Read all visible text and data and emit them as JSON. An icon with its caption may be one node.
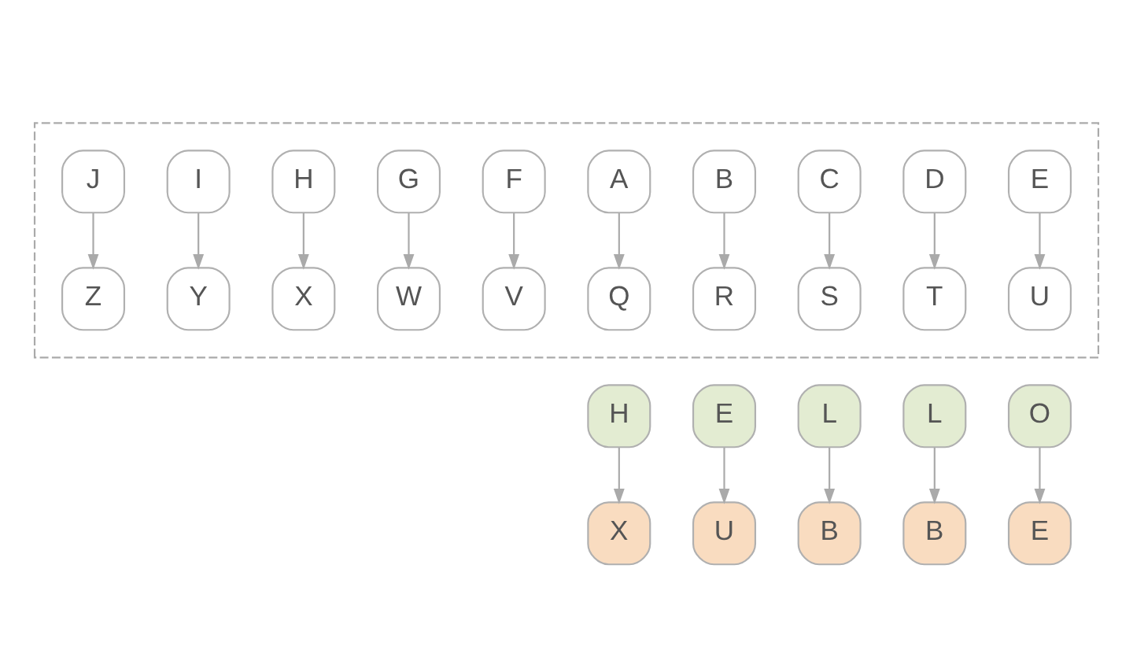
{
  "diagram": {
    "nodes": [
      {
        "text": [],
        "shape": "box"
      },
      {
        "text": [
          "A"
        ],
        "in": 0
      },
      {
        "text": [
          "B"
        ],
        "in": 0
      },
      {
        "text": [
          "C"
        ],
        "in": 0
      },
      {
        "text": [
          "D"
        ],
        "in": 0
      },
      {
        "text": [
          "E"
        ],
        "in": 0
      },
      {
        "text": [
          "F"
        ],
        "in": 0
      },
      {
        "text": [
          "G"
        ],
        "in": 0
      },
      {
        "text": [
          "H"
        ],
        "in": 0
      },
      {
        "text": [
          "I"
        ],
        "in": 0
      },
      {
        "text": [
          "J"
        ],
        "in": 0
      },
      {
        "text": [
          "Q"
        ],
        "in": 0
      },
      {
        "text": [
          "R"
        ],
        "in": 0
      },
      {
        "text": [
          "S"
        ],
        "in": 0
      },
      {
        "text": [
          "T"
        ],
        "in": 0
      },
      {
        "text": [
          "U"
        ],
        "in": 0
      },
      {
        "text": [
          "V"
        ],
        "in": 0
      },
      {
        "text": [
          "W"
        ],
        "in": 0
      },
      {
        "text": [
          "X"
        ],
        "in": 0
      },
      {
        "text": [
          "Y"
        ],
        "in": 0
      },
      {
        "text": [
          "Z"
        ],
        "in": 0
      },
      {
        "text": [
          "H"
        ]
      },
      {
        "text": [
          "E"
        ]
      },
      {
        "text": [
          "L"
        ]
      },
      {
        "text": [
          "L"
        ]
      },
      {
        "text": [
          "O"
        ]
      },
      {
        "text": [
          "X"
        ]
      },
      {
        "text": [
          "U"
        ]
      },
      {
        "text": [
          "B"
        ]
      },
      {
        "text": [
          "B"
        ]
      },
      {
        "text": [
          "E"
        ]
      }
    ],
    "edges": [
      {
        "from": 1,
        "to": 11,
        "arrow": "to"
      },
      {
        "from": 2,
        "to": 12,
        "arrow": "to"
      },
      {
        "from": 3,
        "to": 13,
        "arrow": "to"
      },
      {
        "from": 4,
        "to": 14,
        "arrow": "to"
      },
      {
        "from": 5,
        "to": 15,
        "arrow": "to"
      },
      {
        "from": 6,
        "to": 16,
        "arrow": "to"
      },
      {
        "from": 7,
        "to": 17,
        "arrow": "to"
      },
      {
        "from": 8,
        "to": 18,
        "arrow": "to"
      },
      {
        "from": 9,
        "to": 19,
        "arrow": "to"
      },
      {
        "from": 10,
        "to": 20,
        "arrow": "to"
      },
      {
        "from": 21,
        "to": 26,
        "arrow": "to"
      },
      {
        "from": 22,
        "to": 27,
        "arrow": "to"
      },
      {
        "from": 23,
        "to": 28,
        "arrow": "to"
      },
      {
        "from": 24,
        "to": 29,
        "arrow": "to"
      },
      {
        "from": 25,
        "to": 30,
        "arrow": "to"
      }
    ]
  }
}
